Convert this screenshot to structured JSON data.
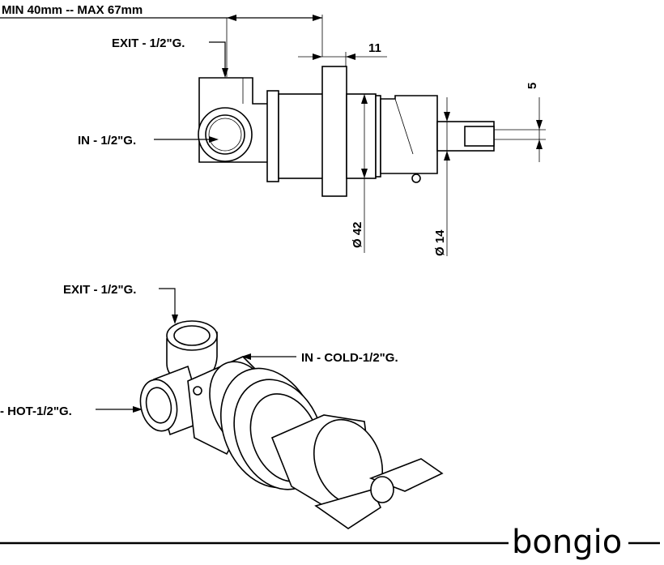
{
  "labels": {
    "range": "MIN 40mm -- MAX 67mm",
    "exit_top": "EXIT - 1/2\"G.",
    "in_top": "IN - 1/2\"G.",
    "exit_iso": "EXIT - 1/2\"G.",
    "in_cold": "IN - COLD-1/2\"G.",
    "in_hot": "- HOT-1/2\"G."
  },
  "dimensions": {
    "flange_thickness": "11",
    "stem_flat": "5",
    "body_diameter": "Ø 42",
    "stem_diameter": "Ø 14"
  },
  "brand": {
    "name": "bongio"
  }
}
